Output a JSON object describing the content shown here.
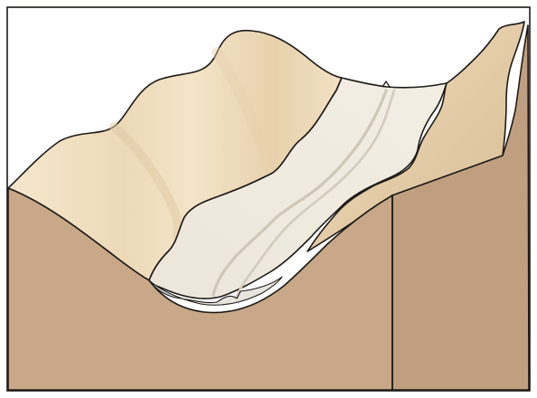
{
  "diagram": {
    "colors": {
      "frame": "#1e1a17",
      "soil_front": "#c8a888",
      "soil_side": "#c09f80",
      "valley_surface_light": "#f7ebd5",
      "valley_surface_mid": "#ead7b7",
      "valley_surface_shadow": "#d8c09b",
      "floodplain": "#eee8dc",
      "floodplain_shadow": "#ddd5c6",
      "meander_trace": "#cfc7b8",
      "sediment_fill": "#e7e4dd"
    },
    "parts": [
      "block-frame",
      "left-valley-wall-surface",
      "valley-floor-floodplain",
      "meander-channel-traces",
      "valley-fill-sediment",
      "right-valley-wall-surface",
      "front-cross-section-face",
      "side-cross-section-face"
    ]
  }
}
